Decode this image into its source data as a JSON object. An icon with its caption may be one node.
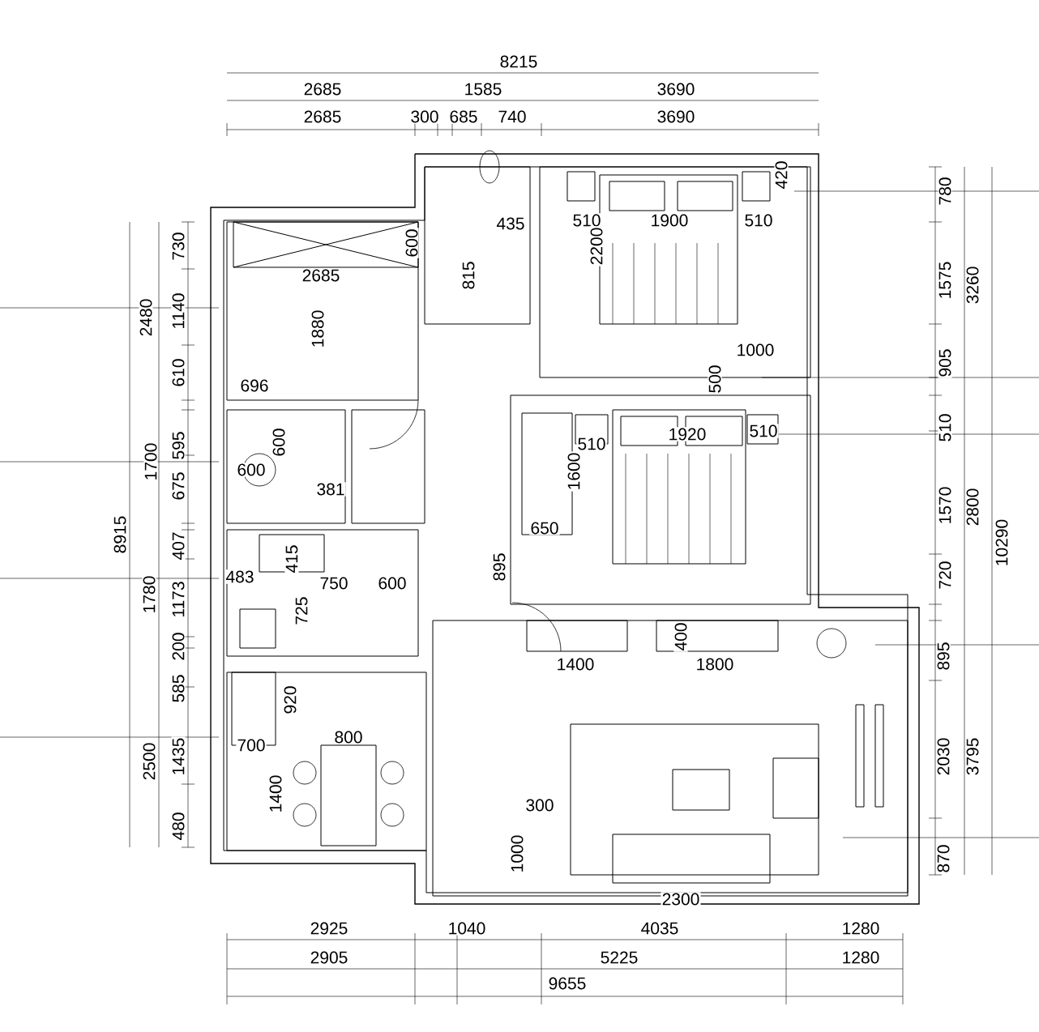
{
  "diagram": {
    "labels": [
      "8215",
      "2685",
      "1585",
      "3690",
      "2685",
      "300",
      "685",
      "740",
      "3690",
      "780",
      "420",
      "435",
      "510",
      "1900",
      "510",
      "730",
      "600",
      "2200",
      "2685",
      "815",
      "1575",
      "3260",
      "2480",
      "1140",
      "1880",
      "1000",
      "610",
      "696",
      "500",
      "905",
      "510",
      "1920",
      "510",
      "595",
      "600",
      "510",
      "1700",
      "1600",
      "600",
      "675",
      "381",
      "1570",
      "2800",
      "650",
      "10290",
      "407",
      "8915",
      "415",
      "895",
      "720",
      "483",
      "750",
      "600",
      "1780",
      "1173",
      "725",
      "200",
      "400",
      "895",
      "1400",
      "1800",
      "585",
      "920",
      "800",
      "700",
      "2500",
      "1435",
      "2030",
      "3795",
      "1400",
      "300",
      "480",
      "1000",
      "870",
      "2300",
      "2925",
      "1040",
      "4035",
      "1280",
      "2905",
      "5225",
      "1280",
      "9655"
    ]
  }
}
